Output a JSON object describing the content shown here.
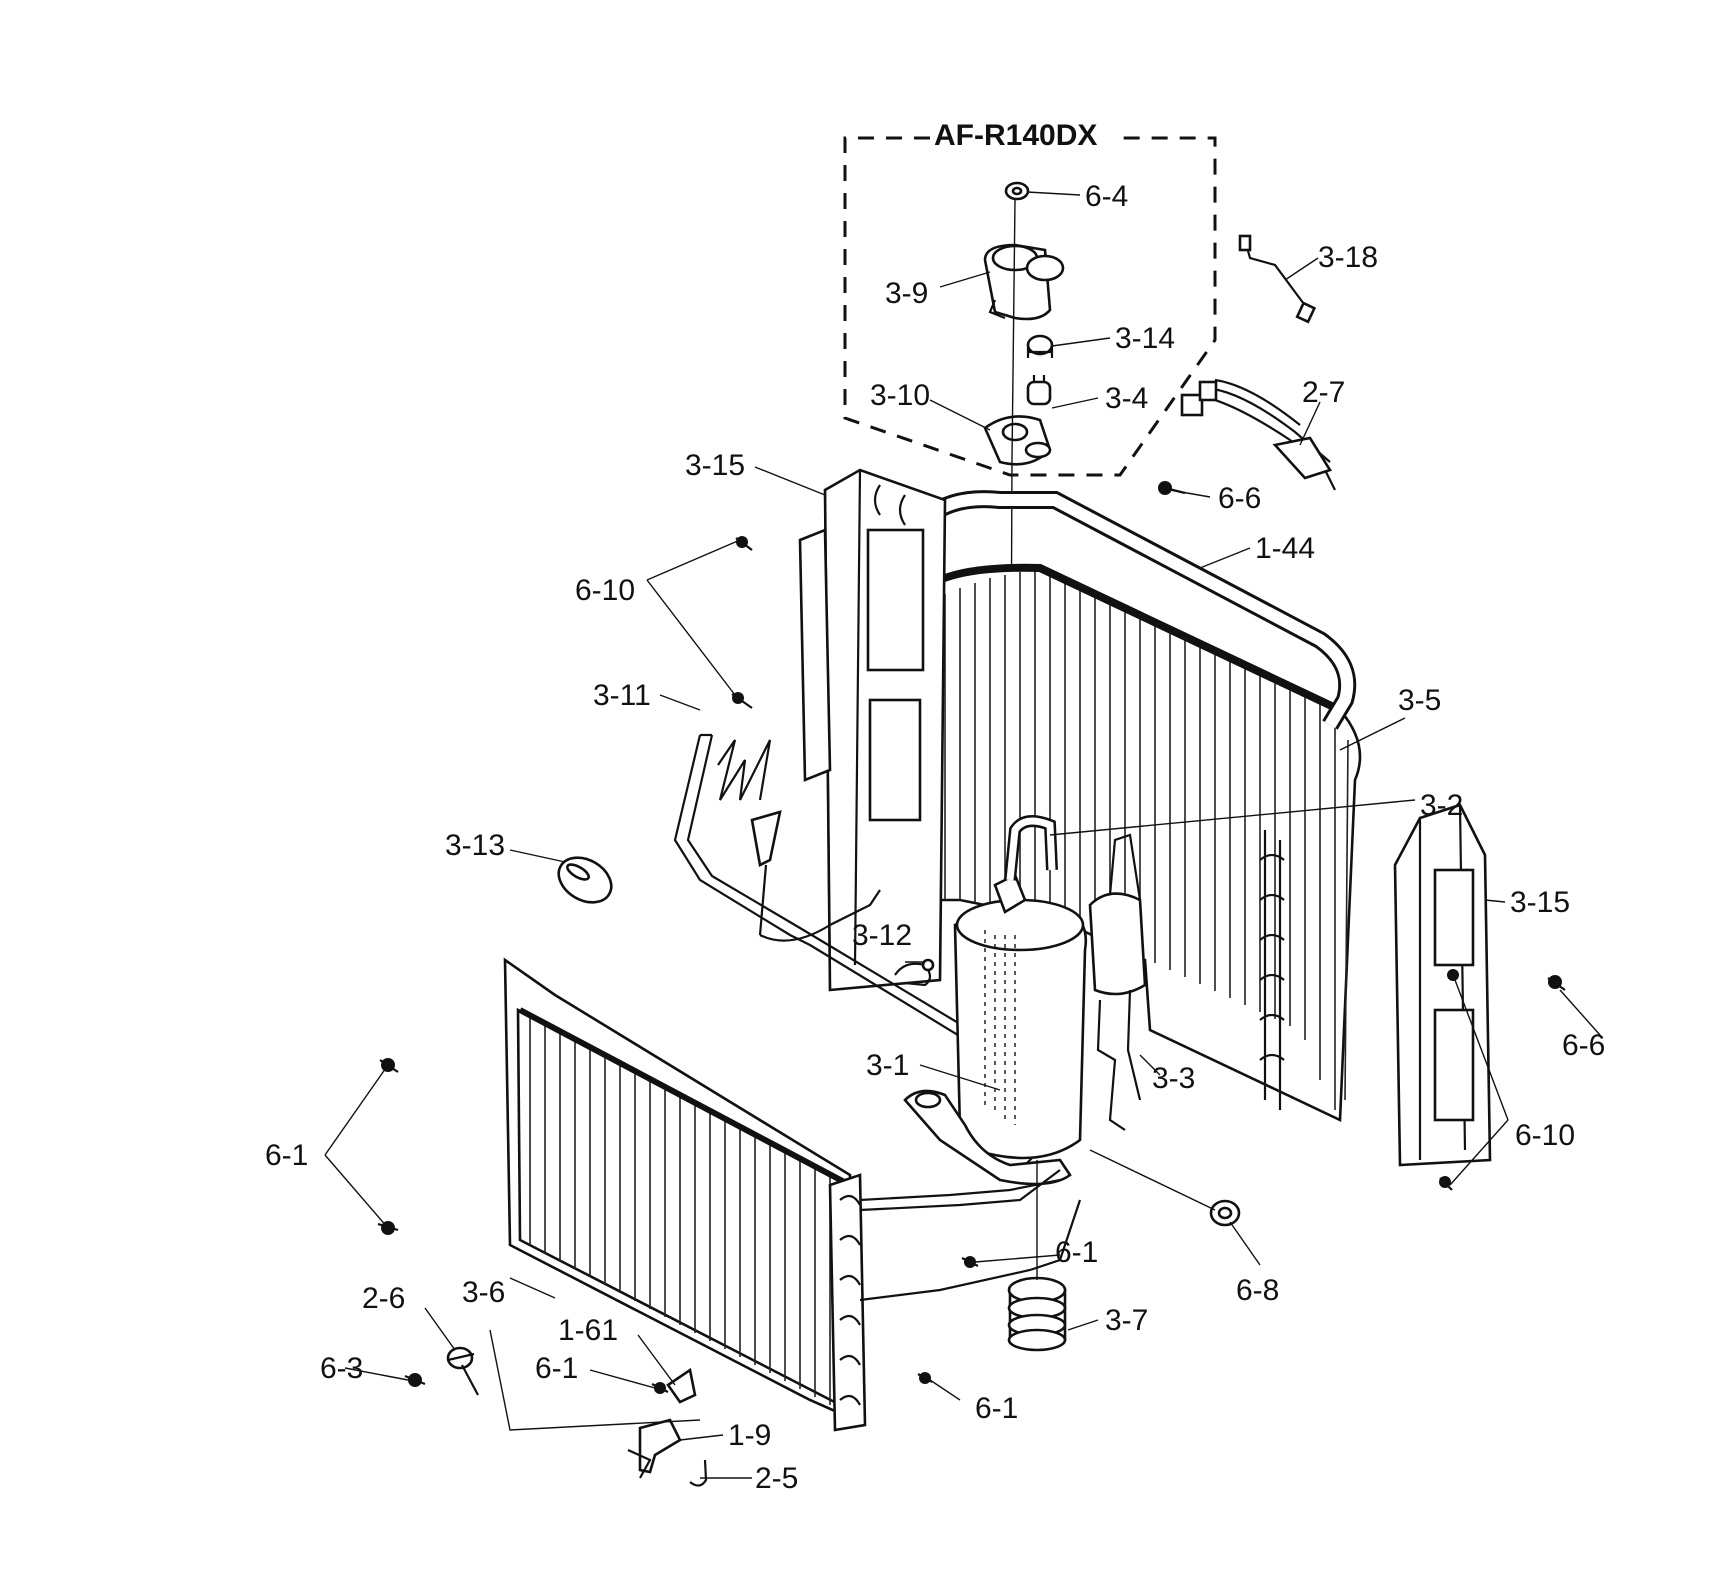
{
  "model_box": {
    "label": "AF-R140DX"
  },
  "callouts": [
    {
      "id": "6-4",
      "text": "6-4"
    },
    {
      "id": "3-9",
      "text": "3-9"
    },
    {
      "id": "3-14",
      "text": "3-14"
    },
    {
      "id": "3-10",
      "text": "3-10"
    },
    {
      "id": "3-4",
      "text": "3-4"
    },
    {
      "id": "3-18",
      "text": "3-18"
    },
    {
      "id": "2-7",
      "text": "2-7"
    },
    {
      "id": "3-15-left",
      "text": "3-15"
    },
    {
      "id": "6-6-top",
      "text": "6-6"
    },
    {
      "id": "1-44",
      "text": "1-44"
    },
    {
      "id": "6-10-left",
      "text": "6-10"
    },
    {
      "id": "3-5",
      "text": "3-5"
    },
    {
      "id": "3-11",
      "text": "3-11"
    },
    {
      "id": "3-2",
      "text": "3-2"
    },
    {
      "id": "3-13",
      "text": "3-13"
    },
    {
      "id": "3-15-right",
      "text": "3-15"
    },
    {
      "id": "3-12",
      "text": "3-12"
    },
    {
      "id": "6-6-right",
      "text": "6-6"
    },
    {
      "id": "3-1",
      "text": "3-1"
    },
    {
      "id": "3-3",
      "text": "3-3"
    },
    {
      "id": "6-1-left",
      "text": "6-1"
    },
    {
      "id": "6-10-right",
      "text": "6-10"
    },
    {
      "id": "6-1-mid",
      "text": "6-1"
    },
    {
      "id": "6-8",
      "text": "6-8"
    },
    {
      "id": "2-6",
      "text": "2-6"
    },
    {
      "id": "3-6",
      "text": "3-6"
    },
    {
      "id": "3-7",
      "text": "3-7"
    },
    {
      "id": "1-61",
      "text": "1-61"
    },
    {
      "id": "6-3",
      "text": "6-3"
    },
    {
      "id": "6-1-lower-left",
      "text": "6-1"
    },
    {
      "id": "6-1-bottom",
      "text": "6-1"
    },
    {
      "id": "1-9",
      "text": "1-9"
    },
    {
      "id": "2-5",
      "text": "2-5"
    }
  ]
}
